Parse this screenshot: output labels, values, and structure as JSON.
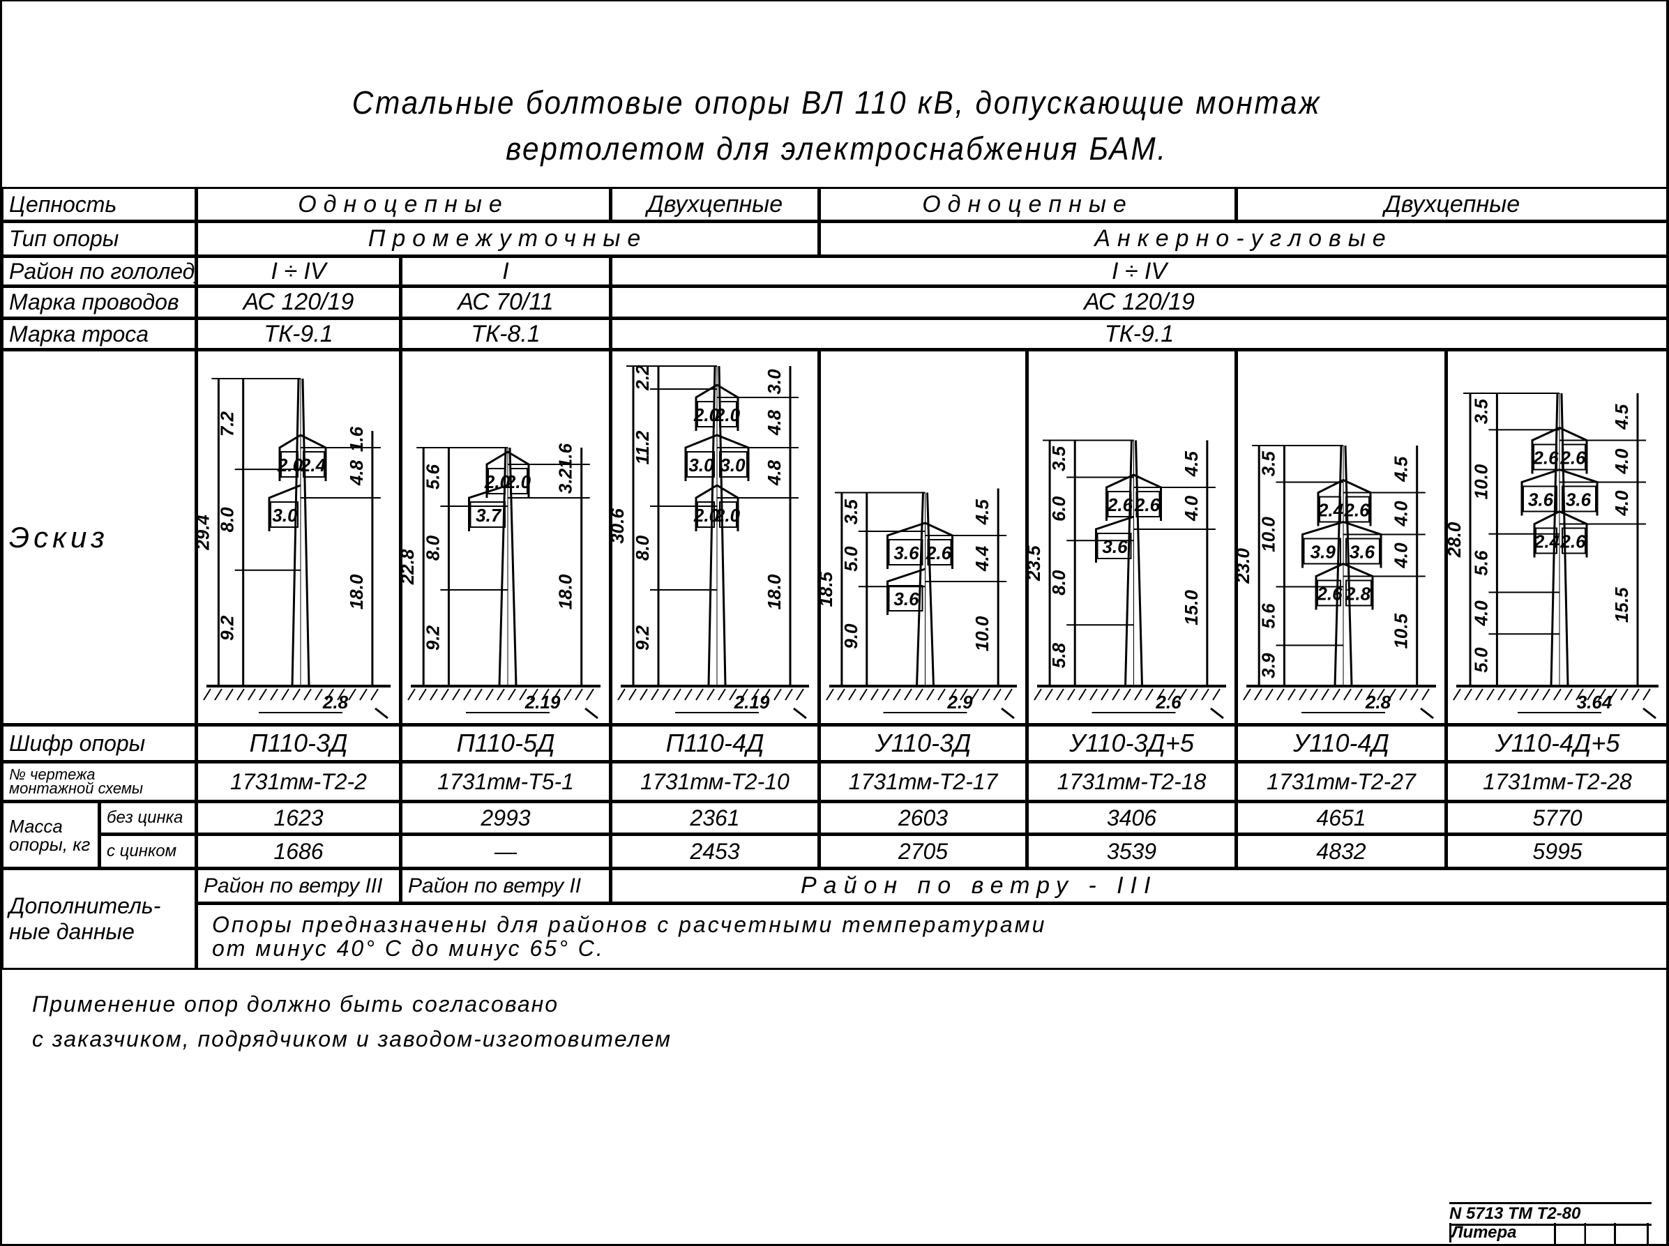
{
  "title": {
    "line1": "Стальные болтовые опоры ВЛ 110 кВ, допускающие монтаж",
    "line2": "вертолетом для электроснабжения БАМ."
  },
  "rows": {
    "circuit": {
      "label": "Цепность",
      "cells": [
        "Одноцепные",
        "Двухцепные",
        "Одноцепные",
        "Двухцепные"
      ]
    },
    "type": {
      "label": "Тип опоры",
      "cells": [
        "Промежуточные",
        "Анкерно-угловые"
      ]
    },
    "ice_region": {
      "label": "Район по гололеду",
      "cells": [
        "I ÷ IV",
        "I",
        "I ÷ IV"
      ]
    },
    "wire_brand": {
      "label": "Марка проводов",
      "cells": [
        "АС 120/19",
        "АС 70/11",
        "АС 120/19"
      ]
    },
    "cable_brand": {
      "label": "Марка троса",
      "cells": [
        "ТК-9.1",
        "ТК-8.1",
        "ТК-9.1"
      ]
    },
    "sketch": {
      "label": "Эскиз"
    },
    "code": {
      "label": "Шифр опоры",
      "cells": [
        "П110-3Д",
        "П110-5Д",
        "П110-4Д",
        "У110-3Д",
        "У110-3Д+5",
        "У110-4Д",
        "У110-4Д+5"
      ]
    },
    "drawing": {
      "label_line1": "№ чертежа",
      "label_line2": "монтажной схемы",
      "cells": [
        "1731тм-Т2-2",
        "1731тм-Т5-1",
        "1731тм-Т2-10",
        "1731тм-Т2-17",
        "1731тм-Т2-18",
        "1731тм-Т2-27",
        "1731тм-Т2-28"
      ]
    },
    "mass": {
      "label": "Масса опоры, кг",
      "without_zinc": {
        "label": "без цинка",
        "cells": [
          "1623",
          "2993",
          "2361",
          "2603",
          "3406",
          "4651",
          "5770"
        ]
      },
      "with_zinc": {
        "label": "с цинком",
        "cells": [
          "1686",
          "—",
          "2453",
          "2705",
          "3539",
          "4832",
          "5995"
        ]
      }
    },
    "extra": {
      "label_line1": "Дополнитель-",
      "label_line2": "ные данные",
      "wind": [
        "Район по ветру III",
        "Район по ветру II",
        "Район по ветру - III"
      ],
      "note_line1": "Опоры предназначены для районов с расчетными температурами",
      "note_line2": "от минус 40° С до минус 65° С."
    }
  },
  "towers": [
    {
      "overall": "29.4",
      "left": [
        "7.2",
        "8.0",
        "9.2"
      ],
      "right": [
        "1.6",
        "4.8",
        "18.0"
      ],
      "arms": [
        "2.0",
        "2.4",
        "3.0"
      ],
      "base": "2.8"
    },
    {
      "overall": "22.8",
      "left": [
        "5.6",
        "8.0",
        "9.2"
      ],
      "right": [
        "1.6",
        "3.2",
        "18.0"
      ],
      "arms": [
        "2.0",
        "2.0",
        "3.7"
      ],
      "base": "2.19"
    },
    {
      "overall": "30.6",
      "left": [
        "2.2",
        "11.2",
        "8.0",
        "9.2"
      ],
      "right": [
        "3.0",
        "4.8",
        "4.8",
        "18.0"
      ],
      "arms": [
        "2.0",
        "2.0",
        "3.0",
        "3.0",
        "2.0",
        "2.0"
      ],
      "base": "2.19"
    },
    {
      "overall": "18.5",
      "left": [
        "3.5",
        "5.0",
        "9.0"
      ],
      "right": [
        "4.5",
        "4.4",
        "10.0"
      ],
      "arms": [
        "3.6",
        "2.6",
        "3.6"
      ],
      "base": "2.9"
    },
    {
      "overall": "23.5",
      "left": [
        "3.5",
        "6.0",
        "8.0",
        "5.8"
      ],
      "right": [
        "4.5",
        "4.0",
        "15.0"
      ],
      "arms": [
        "2.6",
        "2.6",
        "3.6"
      ],
      "base": "2.6"
    },
    {
      "overall": "23.0",
      "left": [
        "3.5",
        "10.0",
        "5.6",
        "3.9"
      ],
      "right": [
        "4.5",
        "4.0",
        "4.0",
        "10.5"
      ],
      "arms": [
        "2.4",
        "2.6",
        "3.9",
        "3.6",
        "2.6",
        "2.8"
      ],
      "base": "2.8"
    },
    {
      "overall": "28.0",
      "left": [
        "3.5",
        "10.0",
        "5.6",
        "4.0",
        "5.0"
      ],
      "right": [
        "4.5",
        "4.0",
        "4.0",
        "15.5"
      ],
      "arms": [
        "2.6",
        "2.6",
        "3.6",
        "3.6",
        "2.4",
        "2.6"
      ],
      "base": "3.64"
    }
  ],
  "bottom_note": {
    "line1": "Применение опор должно быть согласовано",
    "line2": "с заказчиком, подрядчиком и заводом-изготовителем"
  },
  "stamp": {
    "number": "N 5713 ТМ  Т2-80",
    "litera": "Литера"
  }
}
